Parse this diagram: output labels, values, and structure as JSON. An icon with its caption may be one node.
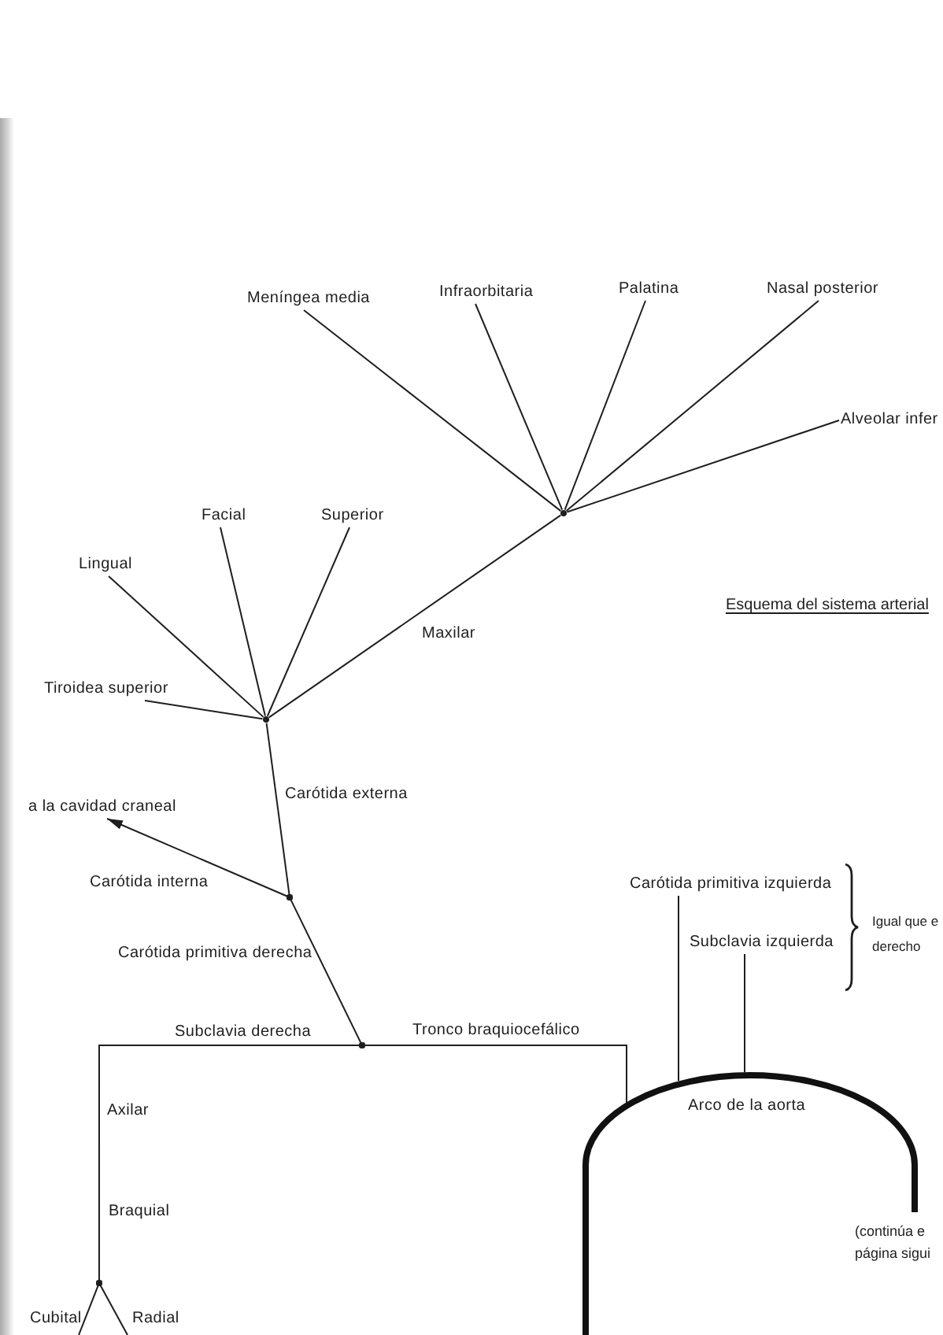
{
  "diagram": {
    "title": "Esquema del sistema arterial",
    "nodes": [
      {
        "text": [
          "Meníngea media"
        ]
      },
      {
        "text": [
          "Infraorbitaria"
        ]
      },
      {
        "text": [
          "Palatina"
        ]
      },
      {
        "text": [
          "Nasal posterior"
        ]
      },
      {
        "text": [
          "Alveolar infer"
        ]
      },
      {
        "text": [],
        "shape": "dot"
      },
      {
        "text": [
          "Facial"
        ]
      },
      {
        "text": [
          "Superior"
        ]
      },
      {
        "text": [
          "Lingual"
        ]
      },
      {
        "text": [
          "Tiroidea superior"
        ]
      },
      {
        "text": [],
        "shape": "dot"
      },
      {
        "text": [
          "a la cavidad craneal"
        ]
      },
      {
        "text": [],
        "shape": "dot"
      },
      {
        "text": [
          "Carótida primitiva izquierda"
        ]
      },
      {
        "text": [
          "Subclavia izquierda"
        ]
      },
      {
        "text": [],
        "shape": "dot"
      },
      {
        "text": [
          "Arco de la aorta"
        ]
      },
      {
        "text": [],
        "shape": "dot"
      }
    ],
    "edges": [
      {
        "from": 5,
        "to": 0,
        "arrow": "none"
      },
      {
        "from": 5,
        "to": 1,
        "arrow": "none"
      },
      {
        "from": 5,
        "to": 2,
        "arrow": "none"
      },
      {
        "from": 5,
        "to": 3,
        "arrow": "none"
      },
      {
        "from": 5,
        "to": 4,
        "arrow": "none"
      },
      {
        "from": 10,
        "to": 5,
        "arrow": "none",
        "label": "Maxilar"
      },
      {
        "from": 10,
        "to": 6,
        "arrow": "none"
      },
      {
        "from": 10,
        "to": 7,
        "arrow": "none"
      },
      {
        "from": 10,
        "to": 8,
        "arrow": "none"
      },
      {
        "from": 10,
        "to": 9,
        "arrow": "none"
      },
      {
        "from": 12,
        "to": 10,
        "arrow": "none",
        "label": "Carótida externa"
      },
      {
        "from": 12,
        "to": 11,
        "arrow": "to",
        "label": "Carótida interna"
      },
      {
        "from": 15,
        "to": 12,
        "arrow": "none",
        "label": "Carótida primitiva derecha"
      },
      {
        "from": 15,
        "to": 17,
        "arrow": "none",
        "label": "Subclavia derecha"
      },
      {
        "from": 15,
        "to": 16,
        "arrow": "none",
        "label": "Tronco braquiocefálico"
      },
      {
        "from": 16,
        "to": 13,
        "arrow": "none"
      },
      {
        "from": 16,
        "to": 14,
        "arrow": "none"
      },
      {
        "from": 17,
        "to": null,
        "arrow": "none",
        "label": "Cubital"
      },
      {
        "from": 17,
        "to": null,
        "arrow": "none",
        "label": "Radial"
      }
    ],
    "labels": [
      "Igual que e derecho",
      "Axilar",
      "Braquial",
      "(continúa e página sigui"
    ]
  }
}
